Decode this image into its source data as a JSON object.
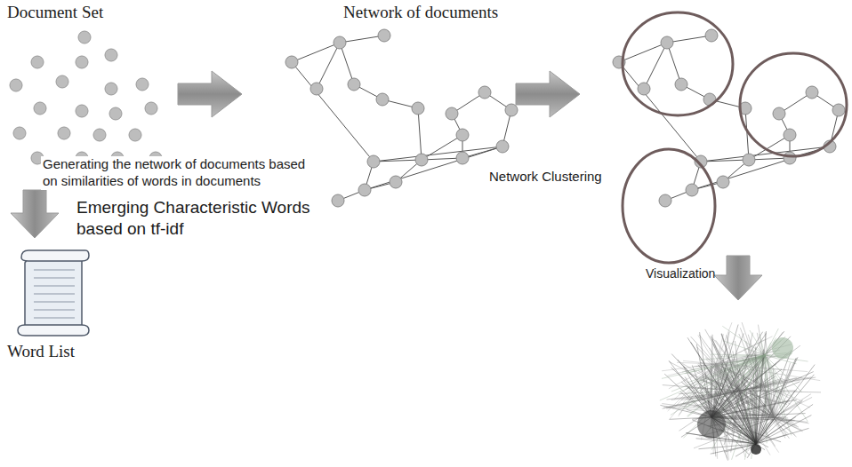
{
  "diagram": {
    "labels": [
      "Document Set",
      "Network of documents",
      "Generating the network of documents based on similarities of words in documents",
      "Network Clustering",
      "Emerging Characteristic Words based on tf-idf",
      "Word List",
      "Visualization"
    ]
  }
}
